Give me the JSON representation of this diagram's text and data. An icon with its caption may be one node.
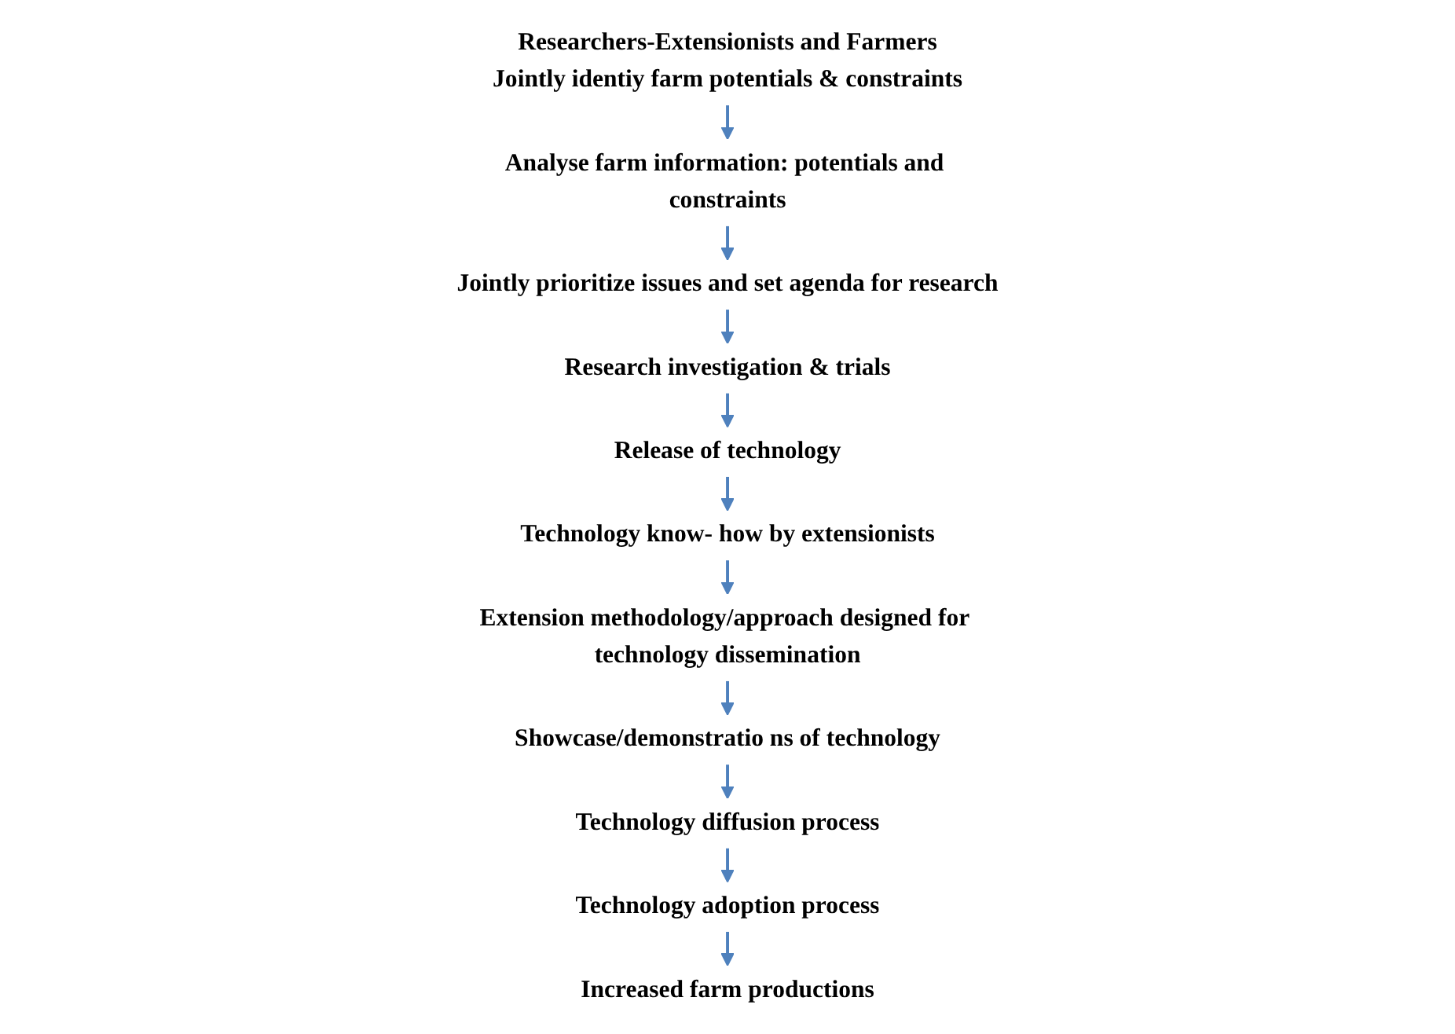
{
  "diagram": {
    "nodes": [
      {
        "text": [
          "Researchers-Extensionists and Farmers",
          "Jointly identiy farm potentials & constraints"
        ]
      },
      {
        "text": [
          "Analyse farm information: potentials and constraints"
        ]
      },
      {
        "text": [
          "Jointly prioritize issues and set agenda for research"
        ]
      },
      {
        "text": [
          "Research investigation & trials"
        ]
      },
      {
        "text": [
          "Release of technology"
        ]
      },
      {
        "text": [
          "Technology know- how by extensionists"
        ]
      },
      {
        "text": [
          "Extension methodology/approach designed for technology dissemination"
        ]
      },
      {
        "text": [
          "Showcase/demonstratio ns of technology"
        ]
      },
      {
        "text": [
          "Technology diffusion process"
        ]
      },
      {
        "text": [
          "Technology adoption process"
        ]
      },
      {
        "text": [
          "Increased farm productions"
        ]
      }
    ],
    "edges": [
      {
        "from": 0,
        "to": 1,
        "arrow": "to"
      },
      {
        "from": 1,
        "to": 2,
        "arrow": "to"
      },
      {
        "from": 2,
        "to": 3,
        "arrow": "to"
      },
      {
        "from": 3,
        "to": 4,
        "arrow": "to"
      },
      {
        "from": 4,
        "to": 5,
        "arrow": "to"
      },
      {
        "from": 5,
        "to": 6,
        "arrow": "to"
      },
      {
        "from": 6,
        "to": 7,
        "arrow": "to"
      },
      {
        "from": 7,
        "to": 8,
        "arrow": "to"
      },
      {
        "from": 8,
        "to": 9,
        "arrow": "to"
      },
      {
        "from": 9,
        "to": 10,
        "arrow": "to"
      }
    ]
  }
}
